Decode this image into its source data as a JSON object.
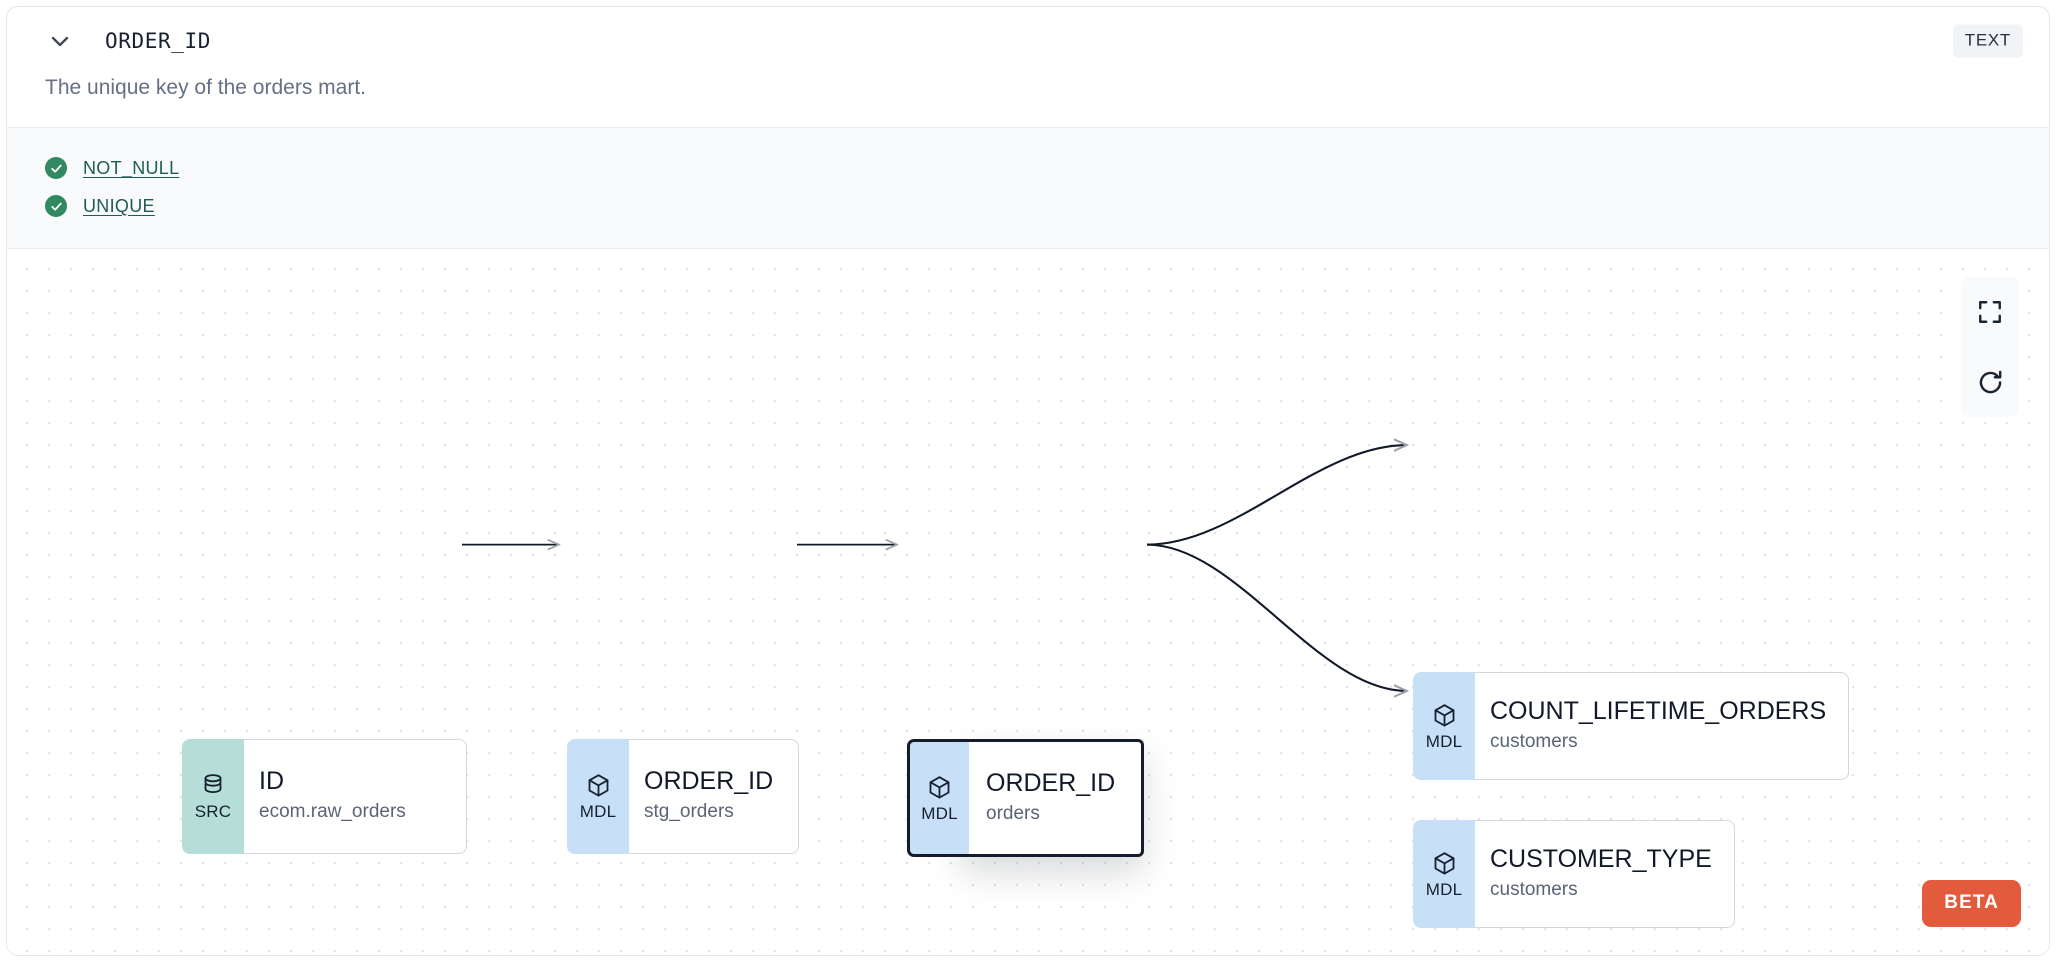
{
  "header": {
    "collapse_icon": "chevron-down-icon",
    "title": "ORDER_ID",
    "type_badge": "TEXT"
  },
  "description": "The unique key of the orders mart.",
  "tests": [
    {
      "status_icon": "check-circle-icon",
      "label": "NOT_NULL"
    },
    {
      "status_icon": "check-circle-icon",
      "label": "UNIQUE"
    }
  ],
  "lineage": {
    "nodes": [
      {
        "id": "src-id",
        "badge": "SRC",
        "badge_icon": "database-icon",
        "name": "ID",
        "subtitle": "ecom.raw_orders",
        "selected": false
      },
      {
        "id": "stg-order-id",
        "badge": "MDL",
        "badge_icon": "cube-icon",
        "name": "ORDER_ID",
        "subtitle": "stg_orders",
        "selected": false
      },
      {
        "id": "orders-order-id",
        "badge": "MDL",
        "badge_icon": "cube-icon",
        "name": "ORDER_ID",
        "subtitle": "orders",
        "selected": true
      },
      {
        "id": "count-lifetime-orders",
        "badge": "MDL",
        "badge_icon": "cube-icon",
        "name": "COUNT_LIFETIME_ORDERS",
        "subtitle": "customers",
        "selected": false
      },
      {
        "id": "customer-type",
        "badge": "MDL",
        "badge_icon": "cube-icon",
        "name": "CUSTOMER_TYPE",
        "subtitle": "customers",
        "selected": false
      }
    ],
    "edges": [
      {
        "from": "src-id",
        "to": "stg-order-id"
      },
      {
        "from": "stg-order-id",
        "to": "orders-order-id"
      },
      {
        "from": "orders-order-id",
        "to": "count-lifetime-orders"
      },
      {
        "from": "orders-order-id",
        "to": "customer-type"
      }
    ],
    "controls": [
      {
        "name": "fit-view-button",
        "icon": "fullscreen-icon"
      },
      {
        "name": "reload-button",
        "icon": "refresh-icon"
      }
    ],
    "beta_label": "BETA"
  },
  "colors": {
    "src_badge": "#b6ded9",
    "mdl_badge": "#c7e0f7",
    "test_pass": "#30895f",
    "test_link": "#1f5b55",
    "beta": "#e35b3d",
    "selected_border": "#141c2b"
  }
}
